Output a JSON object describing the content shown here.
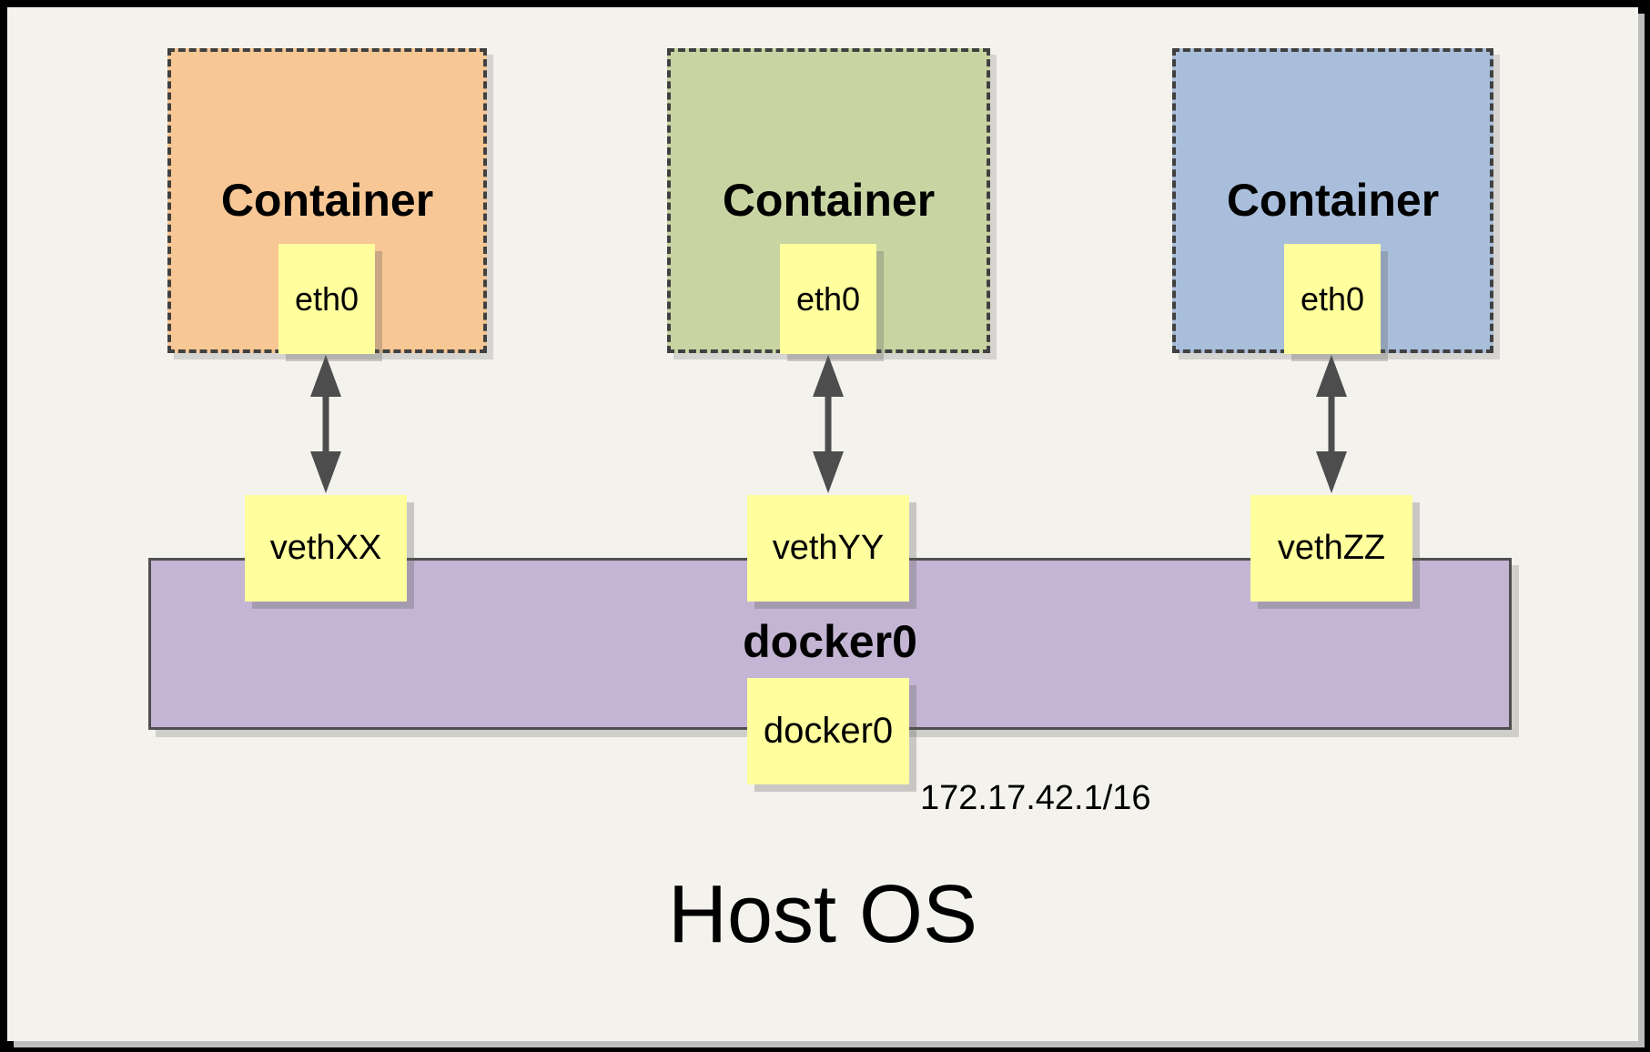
{
  "containers": [
    {
      "label": "Container",
      "interface": "eth0",
      "veth": "vethXX",
      "fill": "#F7C795"
    },
    {
      "label": "Container",
      "interface": "eth0",
      "veth": "vethYY",
      "fill": "#C9D4A3"
    },
    {
      "label": "Container",
      "interface": "eth0",
      "veth": "vethZZ",
      "fill": "#A9BEDB"
    }
  ],
  "bridge": {
    "label": "docker0",
    "interface_box": "docker0",
    "ip": "172.17.42.1/16",
    "fill": "#C3B5D3"
  },
  "host": {
    "label": "Host OS"
  },
  "interface_box_fill": "#FFFF9E",
  "colors": {
    "background": "#F4F2ED",
    "frame": "#000000",
    "dashed_border": "#404040",
    "bridge_border": "#4F4F4F",
    "arrow": "#4D4D4D",
    "shadow": "#BDBDBD"
  }
}
